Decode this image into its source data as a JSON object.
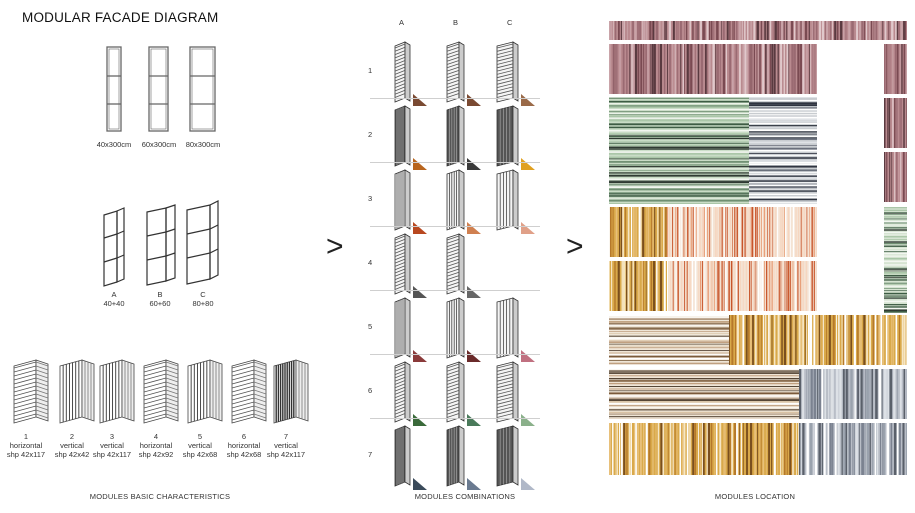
{
  "title": "MODULAR FACADE DIAGRAM",
  "arrows": [
    ">",
    ">"
  ],
  "panels": {
    "frames": [
      "40x300cm",
      "60x300cm",
      "80x300cm"
    ],
    "folded": [
      {
        "letter": "A",
        "dims": "40+40"
      },
      {
        "letter": "B",
        "dims": "60+60"
      },
      {
        "letter": "C",
        "dims": "80+80"
      }
    ],
    "modules": [
      {
        "num": "1",
        "orient": "horizontal",
        "shp": "shp 42x117"
      },
      {
        "num": "2",
        "orient": "vertical",
        "shp": "shp 42x42"
      },
      {
        "num": "3",
        "orient": "vertical",
        "shp": "shp 42x117"
      },
      {
        "num": "4",
        "orient": "horizontal",
        "shp": "shp 42x92"
      },
      {
        "num": "5",
        "orient": "vertical",
        "shp": "shp 42x68"
      },
      {
        "num": "6",
        "orient": "horizontal",
        "shp": "shp 42x68"
      },
      {
        "num": "7",
        "orient": "vertical",
        "shp": "shp 42x117"
      }
    ]
  },
  "combinations": {
    "columns": [
      "A",
      "B",
      "C"
    ],
    "rows": [
      "1",
      "2",
      "3",
      "4",
      "5",
      "6",
      "7"
    ],
    "row_colors": [
      [
        "#7a4a32",
        "#7a4a32",
        "#9a6a48"
      ],
      [
        "#b8651e",
        "#3a3a3a",
        "#e0a020"
      ],
      [
        "#b84820",
        "#d08050",
        "#e0a088"
      ],
      [
        "#555555",
        "#666666",
        ""
      ],
      [
        "#8a3a3a",
        "#6a2a2a",
        "#c07080"
      ],
      [
        "#3a6a3a",
        "#4a7a5a",
        "#8ab08a"
      ],
      [
        "#3a4a5a",
        "#6a7a90",
        "#b0b8c8"
      ]
    ]
  },
  "labels": {
    "left": "MODULES BASIC CHARACTERISTICS",
    "middle": "MODULES COMBINATIONS",
    "right": "MODULES LOCATION"
  },
  "location_colors": {
    "mauve": "#b98a8f",
    "green": "#c9dcc6",
    "ochre": "#d9a94a",
    "cream": "#efe5d6",
    "grey": "#b9bec7"
  }
}
